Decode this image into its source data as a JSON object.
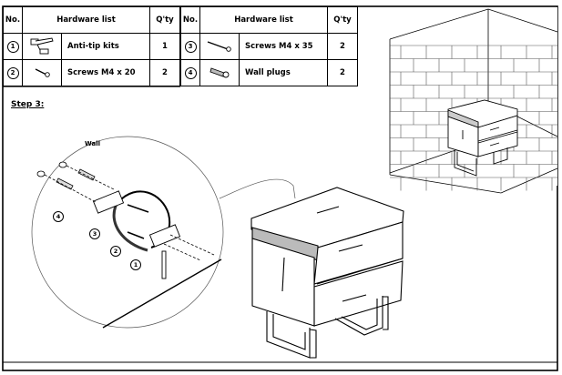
{
  "hardware_tables": [
    {
      "headers": {
        "no": "No.",
        "list": "Hardware list",
        "qty": "Q'ty"
      },
      "rows": [
        {
          "no": "1",
          "icon": "anti-tip-kit-icon",
          "name": "Anti-tip kits",
          "qty": "1"
        },
        {
          "no": "2",
          "icon": "short-screw-icon",
          "name": "Screws M4 x 20",
          "qty": "2"
        }
      ]
    },
    {
      "headers": {
        "no": "No.",
        "list": "Hardware list",
        "qty": "Q'ty"
      },
      "rows": [
        {
          "no": "3",
          "icon": "long-screw-icon",
          "name": "Screws M4 x 35",
          "qty": "2"
        },
        {
          "no": "4",
          "icon": "wall-plug-icon",
          "name": "Wall plugs",
          "qty": "2"
        }
      ]
    }
  ],
  "step": {
    "label": "Step 3:"
  },
  "detail": {
    "wall_label": "Wall",
    "callouts": [
      "1",
      "2",
      "3",
      "4"
    ]
  }
}
